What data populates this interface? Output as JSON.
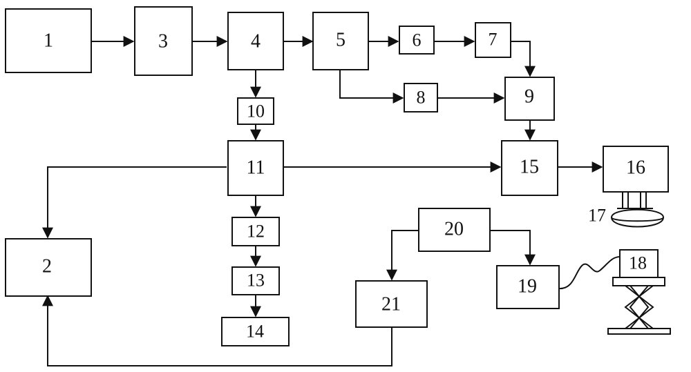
{
  "diagram": {
    "blocks": [
      {
        "id": "b1",
        "label": "1"
      },
      {
        "id": "b2",
        "label": "2"
      },
      {
        "id": "b3",
        "label": "3"
      },
      {
        "id": "b4",
        "label": "4"
      },
      {
        "id": "b5",
        "label": "5"
      },
      {
        "id": "b6",
        "label": "6"
      },
      {
        "id": "b7",
        "label": "7"
      },
      {
        "id": "b8",
        "label": "8"
      },
      {
        "id": "b9",
        "label": "9"
      },
      {
        "id": "b10",
        "label": "10"
      },
      {
        "id": "b11",
        "label": "11"
      },
      {
        "id": "b12",
        "label": "12"
      },
      {
        "id": "b13",
        "label": "13"
      },
      {
        "id": "b14",
        "label": "14"
      },
      {
        "id": "b15",
        "label": "15"
      },
      {
        "id": "b16",
        "label": "16"
      },
      {
        "id": "b19",
        "label": "19"
      },
      {
        "id": "b20",
        "label": "20"
      },
      {
        "id": "b21",
        "label": "21"
      }
    ],
    "device_labels": {
      "lamp": "17",
      "camera": "18"
    },
    "connections": [
      [
        "1",
        "3"
      ],
      [
        "3",
        "4"
      ],
      [
        "4",
        "5"
      ],
      [
        "5",
        "6"
      ],
      [
        "6",
        "7"
      ],
      [
        "7",
        "9"
      ],
      [
        "5",
        "8"
      ],
      [
        "8",
        "9"
      ],
      [
        "9",
        "15"
      ],
      [
        "4",
        "10"
      ],
      [
        "10",
        "11"
      ],
      [
        "11",
        "15"
      ],
      [
        "11",
        "2"
      ],
      [
        "11",
        "12"
      ],
      [
        "12",
        "13"
      ],
      [
        "13",
        "14"
      ],
      [
        "15",
        "16"
      ],
      [
        "20",
        "21"
      ],
      [
        "20",
        "19"
      ],
      [
        "21",
        "2"
      ],
      [
        "19",
        "18"
      ]
    ]
  }
}
